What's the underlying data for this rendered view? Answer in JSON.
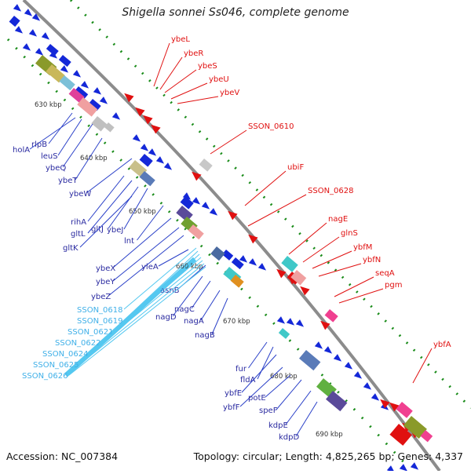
{
  "title": "Shigella sonnei Ss046, complete genome",
  "footer": {
    "accession": "Accession: NC_007384",
    "topology": "Topology: circular; Length: 4,825,265 bp; Genes: 4,337"
  },
  "colors": {
    "backbone": "#8c8c8c",
    "forward_genes": "#1428d8",
    "reverse_genes": "#e01010",
    "blast_hits": "#55c8f0",
    "gc_skew": "#1a8c1a"
  },
  "kbp_ticks": [
    "630 kbp",
    "640 kbp",
    "650 kbp",
    "660 kbp",
    "670 kbp",
    "680 kbp",
    "690 kbp"
  ],
  "labels_left": [
    "holA",
    "rlpB",
    "leuS",
    "ybeQ",
    "ybeT",
    "ybeW",
    "rihA",
    "gltL",
    "gltJ",
    "ybeJ",
    "gltK",
    "lnt",
    "ybeX",
    "ybeY",
    "ybeZ",
    "yleA",
    "asnB",
    "nagD",
    "nagC",
    "nagA",
    "nagB",
    "fur",
    "fldA",
    "ybfE",
    "ybfF",
    "potE",
    "speF",
    "kdpE",
    "kdpD"
  ],
  "labels_cyan": [
    "SSON_0618",
    "SSON_0619",
    "SSON_0621",
    "SSON_0622",
    "SSON_0624",
    "SSON_0625",
    "SSON_0626"
  ],
  "labels_right": [
    "ybeL",
    "ybeR",
    "ybeS",
    "ybeU",
    "ybeV",
    "SSON_0610",
    "ubiF",
    "SSON_0628",
    "nagE",
    "glnS",
    "ybfM",
    "ybfN",
    "seqA",
    "pgm",
    "ybfA"
  ]
}
